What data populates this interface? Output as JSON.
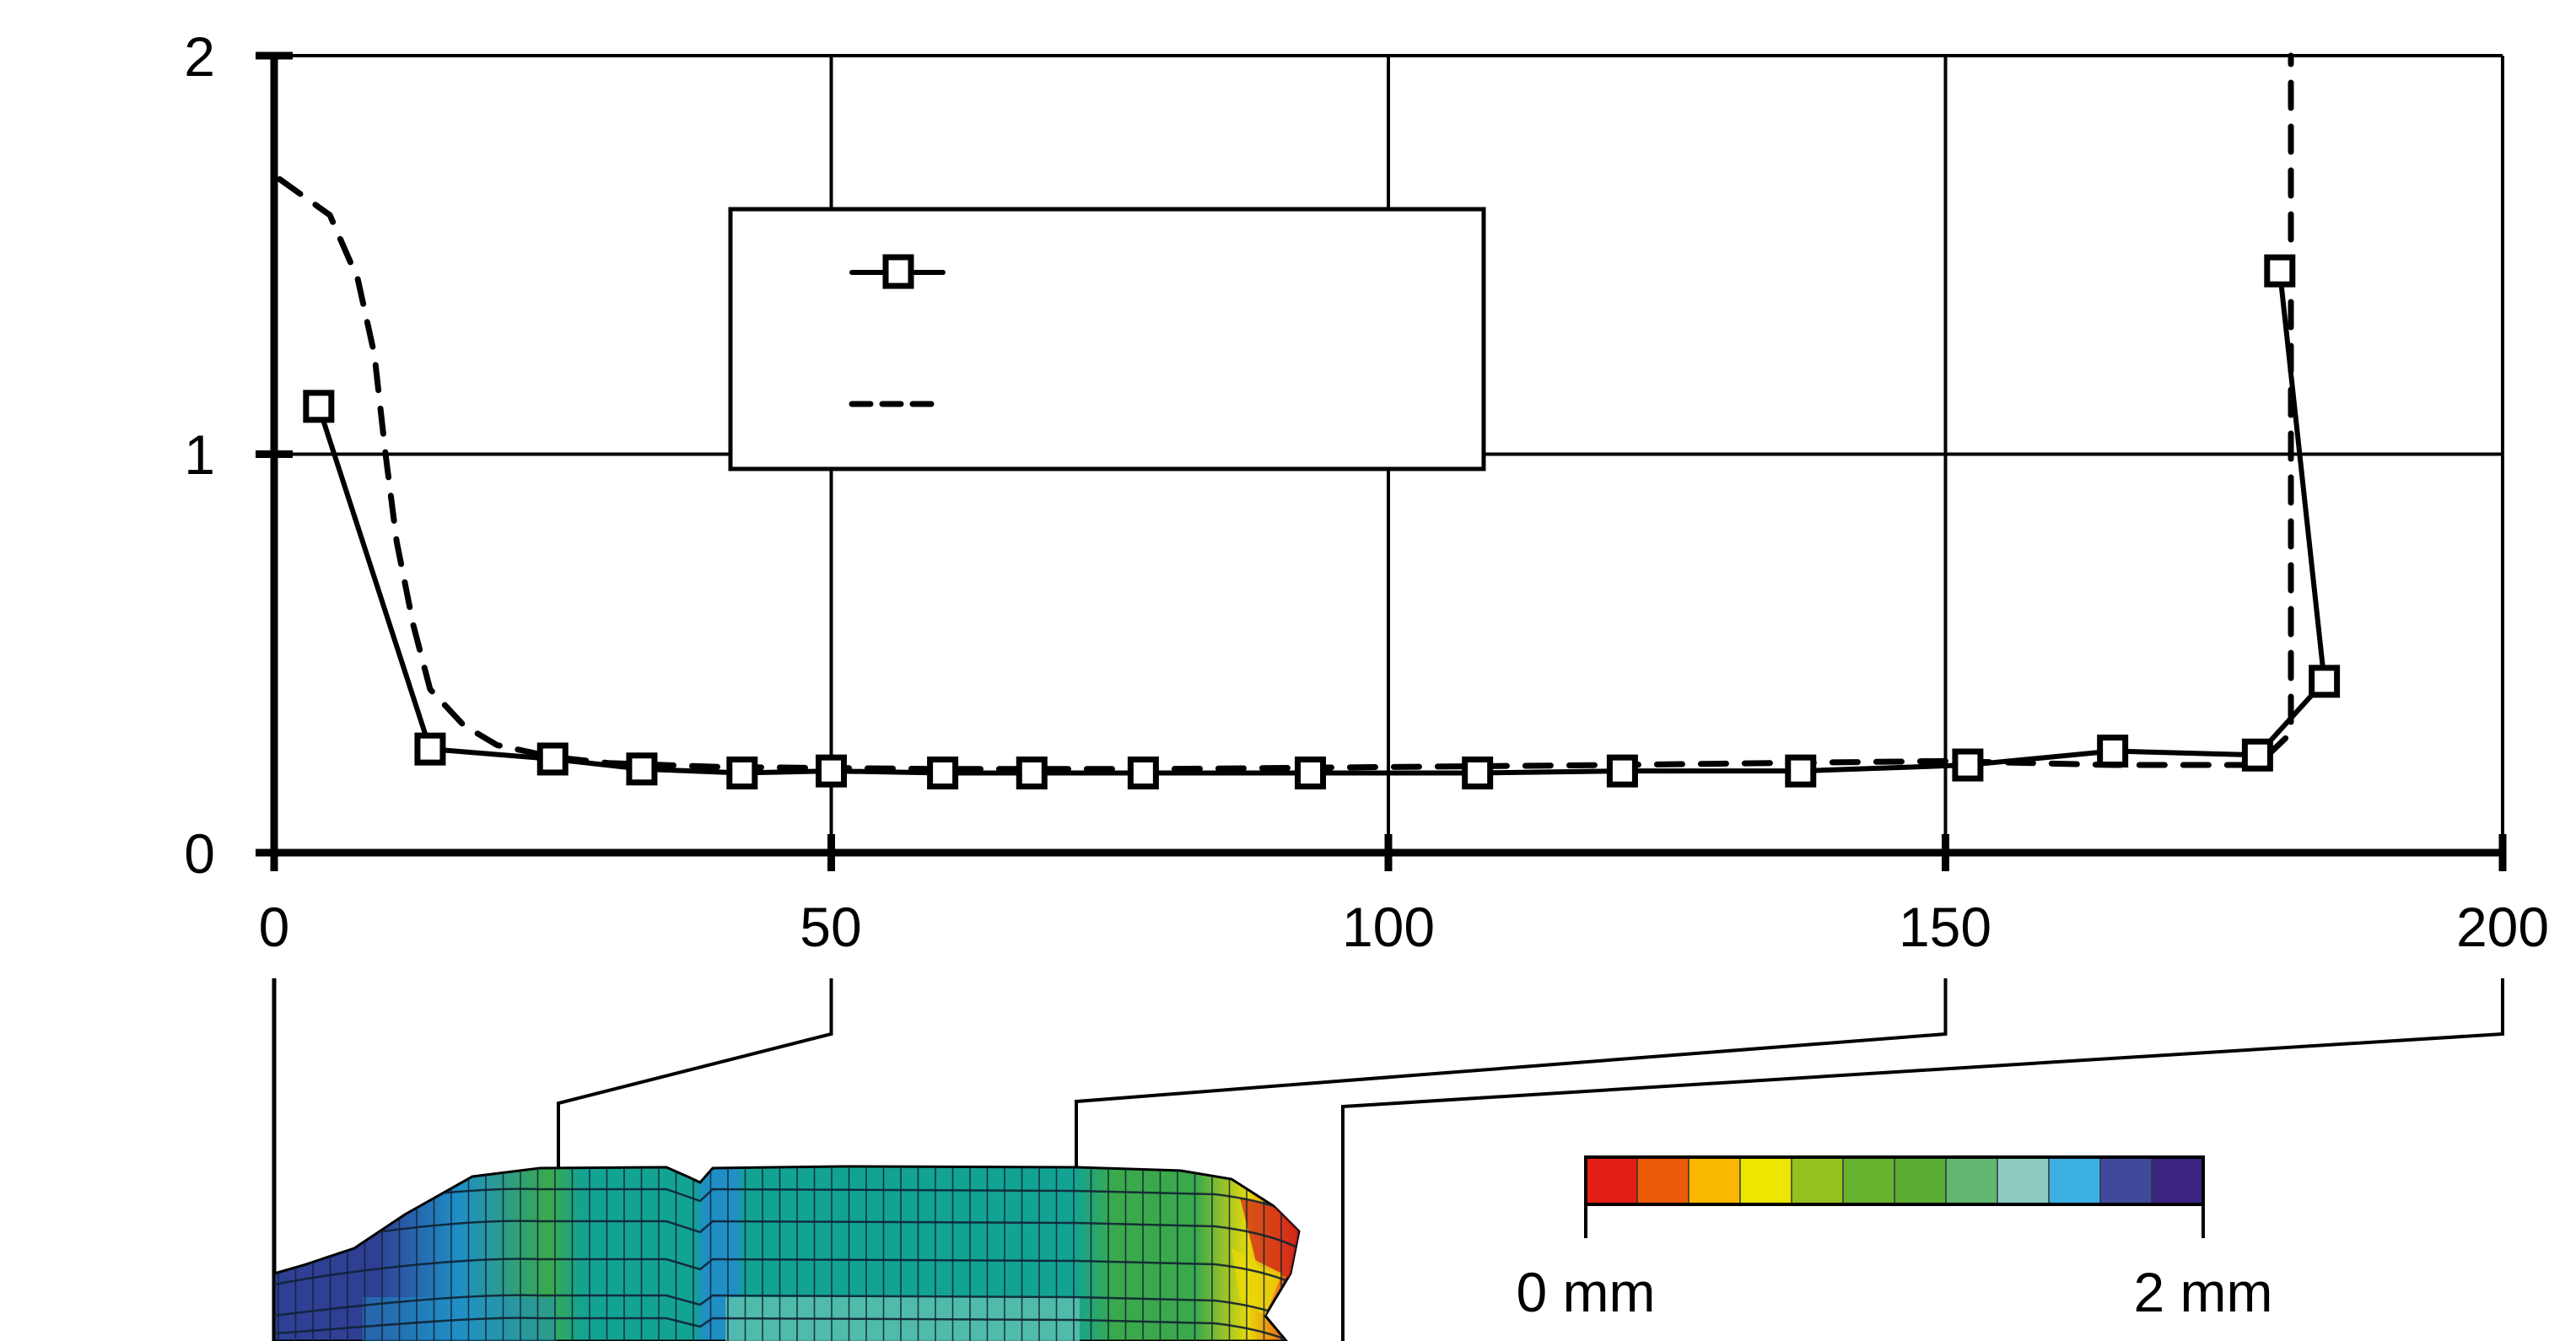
{
  "chart_data": {
    "type": "line",
    "title": "",
    "xlabel": "",
    "ylabel": "",
    "xlim": [
      0,
      200
    ],
    "ylim": [
      0,
      2
    ],
    "x_ticks": [
      "0",
      "50",
      "100",
      "150",
      "200"
    ],
    "y_ticks": [
      "0",
      "1",
      "2"
    ],
    "grid": true,
    "legend": {
      "placement": "top-center",
      "entries": [
        {
          "name": "",
          "style": "solid-square-marker"
        },
        {
          "name": "",
          "style": "dashed"
        }
      ]
    },
    "series": [
      {
        "name": "",
        "style": "solid",
        "marker": "square",
        "points": [
          [
            4,
            1.12
          ],
          [
            14,
            0.26
          ],
          [
            25,
            0.235
          ],
          [
            33,
            0.21
          ],
          [
            42,
            0.2
          ],
          [
            50,
            0.205
          ],
          [
            60,
            0.2
          ],
          [
            68,
            0.2
          ],
          [
            78,
            0.2
          ],
          [
            93,
            0.2
          ],
          [
            108,
            0.2
          ],
          [
            121,
            0.205
          ],
          [
            137,
            0.205
          ],
          [
            152,
            0.22
          ],
          [
            165,
            0.255
          ],
          [
            178,
            0.245
          ],
          [
            184,
            0.43
          ],
          [
            180,
            1.46
          ]
        ]
      },
      {
        "name": "",
        "style": "dashed",
        "marker": "none",
        "points": [
          [
            0.5,
            1.69
          ],
          [
            5,
            1.6
          ],
          [
            7.5,
            1.44
          ],
          [
            9,
            1.25
          ],
          [
            10,
            1.0
          ],
          [
            11,
            0.78
          ],
          [
            12.5,
            0.57
          ],
          [
            14,
            0.41
          ],
          [
            17,
            0.32
          ],
          [
            20,
            0.27
          ],
          [
            25,
            0.24
          ],
          [
            30,
            0.225
          ],
          [
            40,
            0.215
          ],
          [
            60,
            0.21
          ],
          [
            80,
            0.21
          ],
          [
            100,
            0.215
          ],
          [
            120,
            0.22
          ],
          [
            150,
            0.23
          ],
          [
            165,
            0.22
          ],
          [
            178,
            0.22
          ],
          [
            181,
            0.3
          ],
          [
            181,
            1.0
          ],
          [
            181,
            2.0
          ]
        ]
      }
    ],
    "colorbar": {
      "min_label": "0 mm",
      "max_label": "2 mm",
      "colors": [
        "#e31e14",
        "#eb5a06",
        "#fbb800",
        "#ede600",
        "#95c11f",
        "#68b22f",
        "#5bad33",
        "#62b770",
        "#8dcbc0",
        "#3cb0e3",
        "#3f4a9a",
        "#3b2481"
      ]
    },
    "connector_marks_x": [
      0,
      50,
      150,
      200
    ],
    "mesh_colors": {
      "teal": "#13a393",
      "light_teal": "#5cc0ae",
      "blue": "#1f8fc6",
      "deep_blue": "#2e3f94",
      "green": "#3aa94b",
      "yellow": "#e8d80a",
      "orange": "#ee7a10",
      "red": "#d0251a"
    }
  }
}
